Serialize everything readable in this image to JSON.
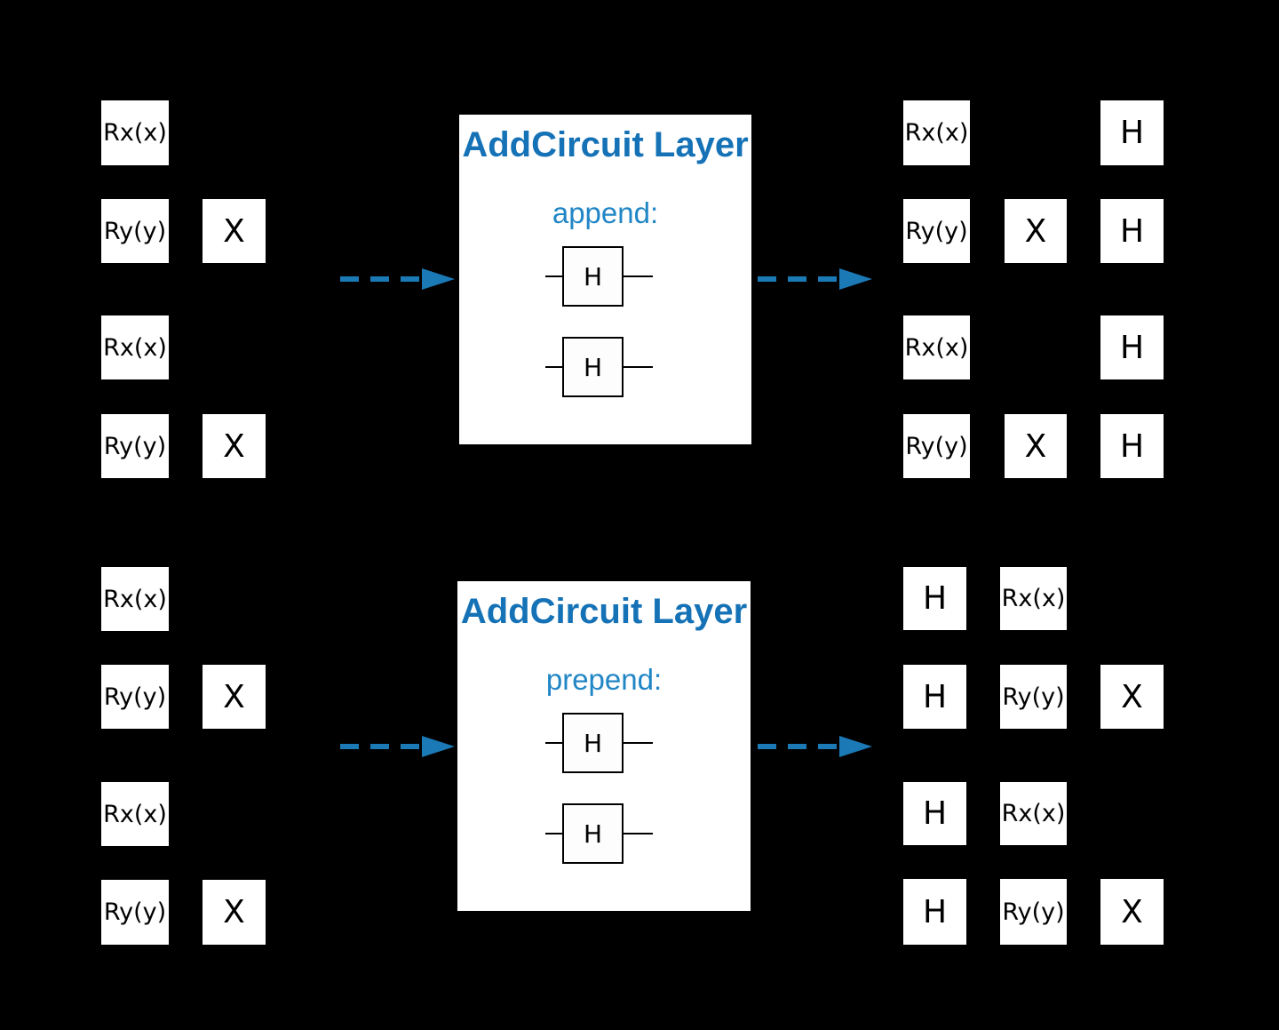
{
  "colors": {
    "background": "#000000",
    "box_white": "#ffffff",
    "gate_text": "#000000",
    "title_blue": "#1572b6",
    "mode_blue": "#2186c6",
    "arrow_blue": "#1b79b6"
  },
  "panels": {
    "append": {
      "title": "AddCircuit Layer",
      "mode": "append:",
      "circuit_gates": [
        "H",
        "H"
      ],
      "input_rows": [
        [
          "Rx(x)"
        ],
        [
          "Ry(y)",
          "X"
        ],
        [
          "Rx(x)"
        ],
        [
          "Ry(y)",
          "X"
        ]
      ],
      "output_rows": [
        [
          "Rx(x)",
          "H"
        ],
        [
          "Ry(y)",
          "X",
          "H"
        ],
        [
          "Rx(x)",
          "H"
        ],
        [
          "Ry(y)",
          "X",
          "H"
        ]
      ]
    },
    "prepend": {
      "title": "AddCircuit Layer",
      "mode": "prepend:",
      "circuit_gates": [
        "H",
        "H"
      ],
      "input_rows": [
        [
          "Rx(x)"
        ],
        [
          "Ry(y)",
          "X"
        ],
        [
          "Rx(x)"
        ],
        [
          "Ry(y)",
          "X"
        ]
      ],
      "output_rows": [
        [
          "H",
          "Rx(x)"
        ],
        [
          "H",
          "Ry(y)",
          "X"
        ],
        [
          "H",
          "Rx(x)"
        ],
        [
          "H",
          "Ry(y)",
          "X"
        ]
      ]
    }
  }
}
